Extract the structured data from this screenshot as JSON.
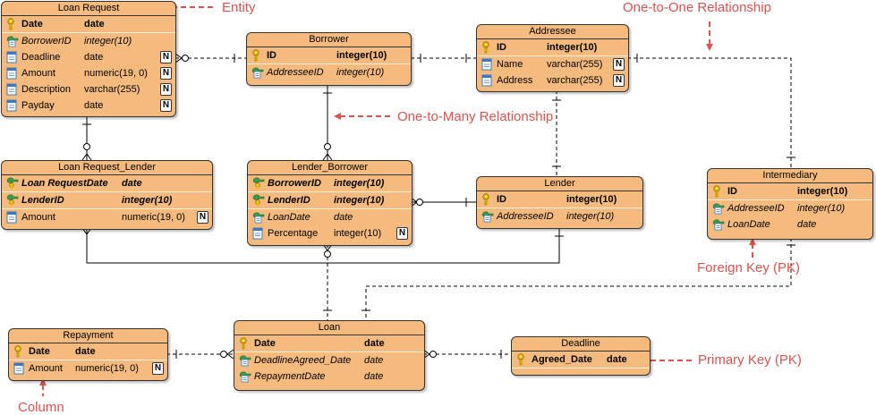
{
  "annotations": {
    "entity": "Entity",
    "one_to_one": "One-to-One Relationship",
    "one_to_many": "One-to-Many Relationship",
    "foreign_key": "Foreign Key (PK)",
    "primary_key": "Primary Key (PK)",
    "column": "Column"
  },
  "nullable_badge": "N",
  "colors": {
    "entity_fill": "#f5bb7e",
    "annotation": "#d9534f",
    "key_gold": "#e8b400",
    "column_blue": "#3a78c2"
  },
  "entities": {
    "loan_request": {
      "title": "Loan Request",
      "rows": [
        {
          "kind": "pk",
          "name": "Date",
          "type": "date"
        },
        {
          "kind": "fk",
          "name": "BorrowerID",
          "type": "integer(10)"
        },
        {
          "kind": "col",
          "name": "Deadline",
          "type": "date",
          "nullable": true
        },
        {
          "kind": "col",
          "name": "Amount",
          "type": "numeric(19, 0)",
          "nullable": true
        },
        {
          "kind": "col",
          "name": "Description",
          "type": "varchar(255)",
          "nullable": true
        },
        {
          "kind": "col",
          "name": "Payday",
          "type": "date",
          "nullable": true
        }
      ]
    },
    "borrower": {
      "title": "Borrower",
      "rows": [
        {
          "kind": "pk",
          "name": "ID",
          "type": "integer(10)"
        },
        {
          "kind": "fk",
          "name": "AddresseeID",
          "type": "integer(10)"
        }
      ]
    },
    "addressee": {
      "title": "Addressee",
      "rows": [
        {
          "kind": "pk",
          "name": "ID",
          "type": "integer(10)"
        },
        {
          "kind": "col",
          "name": "Name",
          "type": "varchar(255)",
          "nullable": true
        },
        {
          "kind": "col",
          "name": "Address",
          "type": "varchar(255)",
          "nullable": true
        }
      ]
    },
    "loan_request_lender": {
      "title": "Loan Request_Lender",
      "rows": [
        {
          "kind": "pkfk",
          "name": "Loan RequestDate",
          "type": "date"
        },
        {
          "kind": "pkfk",
          "name": "LenderID",
          "type": "integer(10)"
        },
        {
          "kind": "col",
          "name": "Amount",
          "type": "numeric(19, 0)",
          "nullable": true
        }
      ]
    },
    "lender_borrower": {
      "title": "Lender_Borrower",
      "rows": [
        {
          "kind": "pkfk",
          "name": "BorrowerID",
          "type": "integer(10)"
        },
        {
          "kind": "pkfk",
          "name": "LenderID",
          "type": "integer(10)"
        },
        {
          "kind": "fk",
          "name": "LoanDate",
          "type": "date"
        },
        {
          "kind": "col",
          "name": "Percentage",
          "type": "integer(10)",
          "nullable": true
        }
      ]
    },
    "lender": {
      "title": "Lender",
      "rows": [
        {
          "kind": "pk",
          "name": "ID",
          "type": "integer(10)"
        },
        {
          "kind": "fk",
          "name": "AddresseeID",
          "type": "integer(10)"
        }
      ]
    },
    "intermediary": {
      "title": "Intermediary",
      "rows": [
        {
          "kind": "pk",
          "name": "ID",
          "type": "integer(10)"
        },
        {
          "kind": "fk",
          "name": "AddresseeID",
          "type": "integer(10)"
        },
        {
          "kind": "fk",
          "name": "LoanDate",
          "type": "date"
        }
      ]
    },
    "repayment": {
      "title": "Repayment",
      "rows": [
        {
          "kind": "pk",
          "name": "Date",
          "type": "date"
        },
        {
          "kind": "col",
          "name": "Amount",
          "type": "numeric(19, 0)",
          "nullable": true
        }
      ]
    },
    "loan": {
      "title": "Loan",
      "rows": [
        {
          "kind": "pk",
          "name": "Date",
          "type": "date"
        },
        {
          "kind": "fk",
          "name": "DeadlineAgreed_Date",
          "type": "date"
        },
        {
          "kind": "fk",
          "name": "RepaymentDate",
          "type": "date"
        }
      ]
    },
    "deadline": {
      "title": "Deadline",
      "rows": [
        {
          "kind": "pk",
          "name": "Agreed_Date",
          "type": "date"
        }
      ]
    }
  }
}
